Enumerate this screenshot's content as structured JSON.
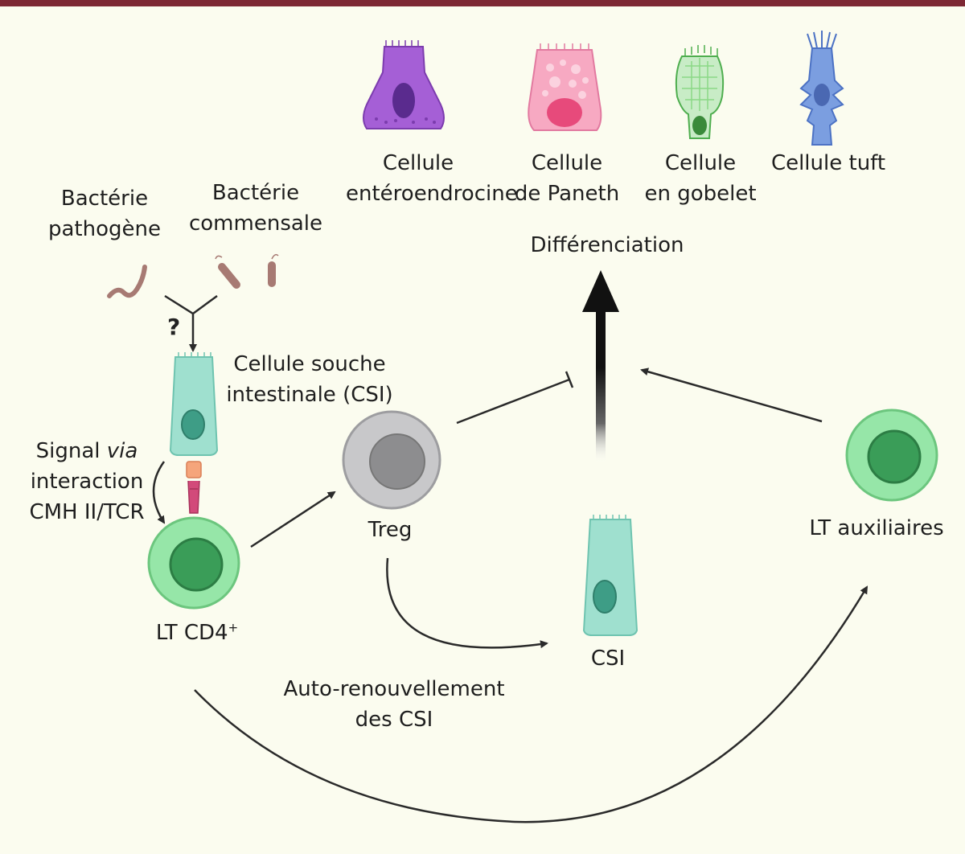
{
  "colors": {
    "background": "#fbfcef",
    "top_bar": "#7d2834",
    "stem_cell": "#9fe0cf",
    "t_cell": "#96e6a8",
    "t_cell_nucleus": "#3a9d58",
    "treg": "#c8c8ca",
    "treg_nucleus": "#8d8d8f",
    "enteroendocrine": "#a55fd6",
    "paneth": "#f7a9c2",
    "goblet": "#8bd886",
    "tuft": "#7b9ee0",
    "bacteria": "#a77a73"
  },
  "labels": {
    "cell_enteroendocrine_1": "Cellule",
    "cell_enteroendocrine_2": "entéroendrocine",
    "cell_paneth_1": "Cellule",
    "cell_paneth_2": "de Paneth",
    "cell_goblet_1": "Cellule",
    "cell_goblet_2": "en gobelet",
    "cell_tuft": "Cellule tuft",
    "bacteria_pathogenic_1": "Bactérie",
    "bacteria_pathogenic_2": "pathogène",
    "bacteria_commensal_1": "Bactérie",
    "bacteria_commensal_2": "commensale",
    "question_mark": "?",
    "differentiation": "Différenciation",
    "isc_title_1": "Cellule souche",
    "isc_title_2": "intestinale (CSI)",
    "signal_1_prefix": "Signal ",
    "signal_1_italic": "via",
    "signal_2": "interaction",
    "signal_3": "CMH II/TCR",
    "treg": "Treg",
    "lt_cd4": "LT CD4",
    "lt_cd4_sup": "+",
    "csi": "CSI",
    "self_renewal_1": "Auto-renouvellement",
    "self_renewal_2": "des CSI",
    "lt_helper": "LT auxiliaires"
  }
}
